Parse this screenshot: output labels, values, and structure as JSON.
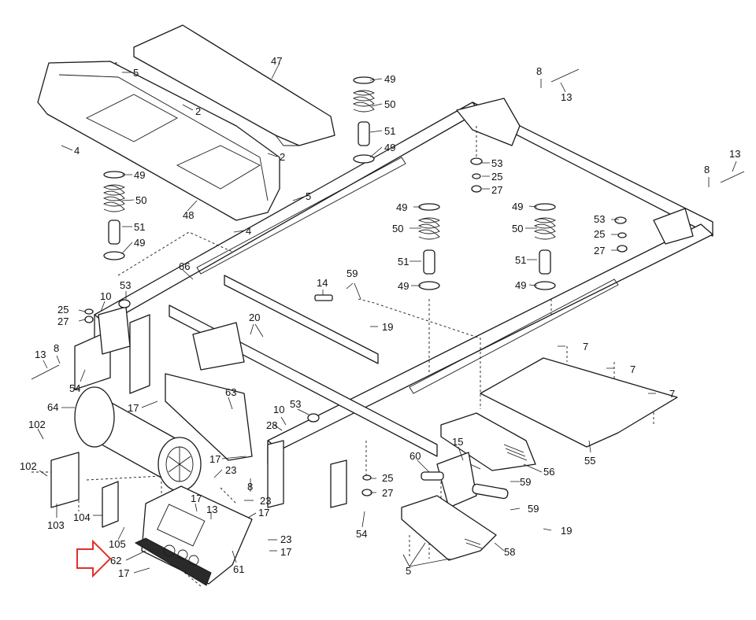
{
  "accent_color": "#e0302a",
  "pointer": {
    "target_callout": "62",
    "icon": "arrow-right-icon"
  },
  "callouts": {
    "c47": "47",
    "c5a": "5",
    "c2a": "2",
    "c4a": "4",
    "c2b": "2",
    "c48": "48",
    "c5b": "5",
    "c4b": "4",
    "c49a": "49",
    "c50a": "50",
    "c51a": "51",
    "c49b": "49",
    "c49c": "49",
    "c50b": "50",
    "c51b": "51",
    "c49d": "49",
    "c8a": "8",
    "c13a": "13",
    "c13b": "13",
    "c8b": "8",
    "c53a": "53",
    "c25a": "25",
    "c27a": "27",
    "c49e": "49",
    "c50c": "50",
    "c51c": "51",
    "c49f": "49",
    "c49g": "49",
    "c50d": "50",
    "c51d": "51",
    "c49h": "49",
    "c53b": "53",
    "c25b": "25",
    "c27b": "27",
    "c66": "66",
    "c53c": "53",
    "c10a": "10",
    "c25c": "25",
    "c27c": "27",
    "c14": "14",
    "c59a": "59",
    "c19a": "19",
    "c20": "20",
    "c13c": "13",
    "c8c": "8",
    "c54a": "54",
    "c64": "64",
    "c17a": "17",
    "c63": "63",
    "c7a": "7",
    "c7b": "7",
    "c7c": "7",
    "c55": "55",
    "c10b": "10",
    "c53d": "53",
    "c28": "28",
    "c102a": "102",
    "c102b": "102",
    "c103": "103",
    "c104": "104",
    "c105": "105",
    "c17b": "17",
    "c23a": "23",
    "c8d": "8",
    "c17c": "17",
    "c13d": "13",
    "c23b": "23",
    "c17d": "17",
    "c23c": "23",
    "c17e": "17",
    "c61": "61",
    "c62": "62",
    "c17f": "17",
    "c25d": "25",
    "c27d": "27",
    "c54b": "54",
    "c15": "15",
    "c60": "60",
    "c56": "56",
    "c59b": "59",
    "c59c": "59",
    "c19b": "19",
    "c58": "58",
    "c5c": "5"
  }
}
